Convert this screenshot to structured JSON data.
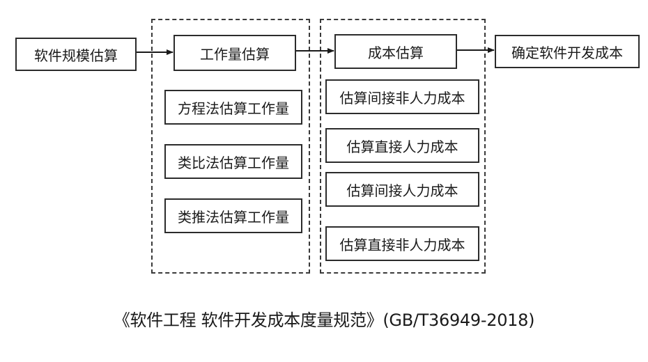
{
  "nodes": {
    "size_estimation": "软件规模估算",
    "effort_estimation": "工作量估算",
    "cost_estimation": "成本估算",
    "determine_cost": "确定软件开发成本"
  },
  "effort_methods": [
    "方程法估算工作量",
    "类比法估算工作量",
    "类推法估算工作量"
  ],
  "cost_items": [
    "估算间接非人力成本",
    "估算直接人力成本",
    "估算间接人力成本",
    "估算直接非人力成本"
  ],
  "caption": "《软件工程 软件开发成本度量规范》(GB/T36949-2018)"
}
